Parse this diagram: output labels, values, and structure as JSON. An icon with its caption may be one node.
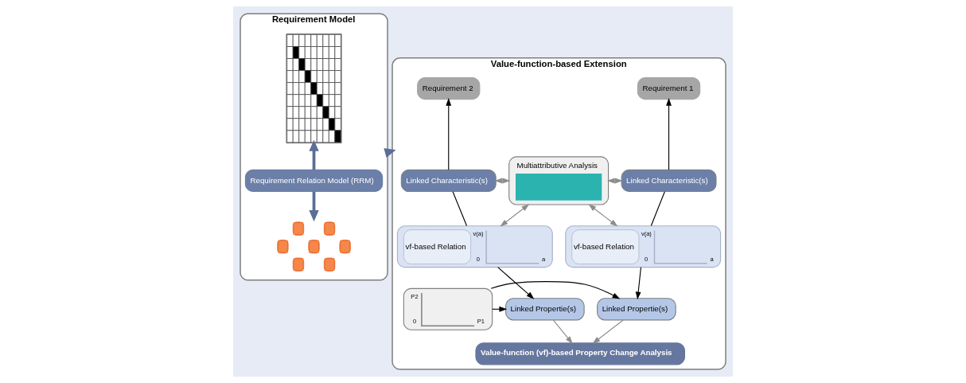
{
  "diagram": {
    "nodes": [
      {
        "text": [
          "Requirement Model"
        ]
      },
      {
        "text": [],
        "shape": "picture",
        "in": 0
      },
      {
        "text": [
          "Requirement Relation Model (RRM)"
        ],
        "in": 0
      },
      {
        "text": [],
        "shape": "picture",
        "in": 0
      },
      {
        "text": [
          "Value-function-based Extension"
        ]
      },
      {
        "text": [
          "Requirement 1"
        ],
        "in": 4
      },
      {
        "text": [
          "Linked Characteristic(s)"
        ],
        "in": 4
      },
      {
        "text": [
          "vf-based Relation",
          "v(a)",
          "0",
          "a"
        ],
        "in": 4
      },
      {
        "text": [
          "Multiattributive Analysis"
        ],
        "in": 4
      },
      {
        "text": [
          "P2",
          "0",
          "P1"
        ],
        "in": 4
      },
      {
        "text": [
          "Linked Propertie(s)"
        ],
        "in": 4
      },
      {
        "text": [
          "Requirement 2"
        ],
        "in": 4
      },
      {
        "text": [
          "Linked Characteristic(s)"
        ],
        "in": 4
      },
      {
        "text": [
          "vf-based Relation",
          "v(a)",
          "0",
          "a"
        ],
        "in": 4
      },
      {
        "text": [
          "Linked Propertie(s)"
        ],
        "in": 4
      },
      {
        "text": [
          "Value-function (vf)-based Property Change Analysis"
        ],
        "in": 4
      }
    ],
    "edges": [
      {
        "from": 2,
        "to": 1,
        "arrow": "to",
        "color": "#5a6e98",
        "style": "thick"
      },
      {
        "from": 2,
        "to": 3,
        "arrow": "to",
        "color": "#5a6e98",
        "style": "thick"
      },
      {
        "from": 0,
        "to": 4,
        "arrow": "to",
        "color": "#5a6e98",
        "style": "thick"
      },
      {
        "from": 6,
        "to": 5,
        "arrow": "to"
      },
      {
        "from": 7,
        "to": 6,
        "arrow": "none"
      },
      {
        "from": 7,
        "to": 10,
        "arrow": "to"
      },
      {
        "from": 6,
        "to": 8,
        "arrow": "both",
        "color": "#8c8c8c"
      },
      {
        "from": 7,
        "to": 8,
        "arrow": "both",
        "color": "#8c8c8c"
      },
      {
        "from": 12,
        "to": 8,
        "arrow": "both",
        "color": "#8c8c8c"
      },
      {
        "from": 13,
        "to": 8,
        "arrow": "both",
        "color": "#8c8c8c"
      },
      {
        "from": 9,
        "to": 10,
        "arrow": "to"
      },
      {
        "from": 9,
        "to": 14,
        "arrow": "to"
      },
      {
        "from": 12,
        "to": 11,
        "arrow": "to"
      },
      {
        "from": 13,
        "to": 12,
        "arrow": "none"
      },
      {
        "from": 13,
        "to": 14,
        "arrow": "to"
      },
      {
        "from": 10,
        "to": 15,
        "arrow": "to",
        "color": "#8c8c8c"
      },
      {
        "from": 14,
        "to": 15,
        "arrow": "to",
        "color": "#8c8c8c"
      }
    ]
  }
}
